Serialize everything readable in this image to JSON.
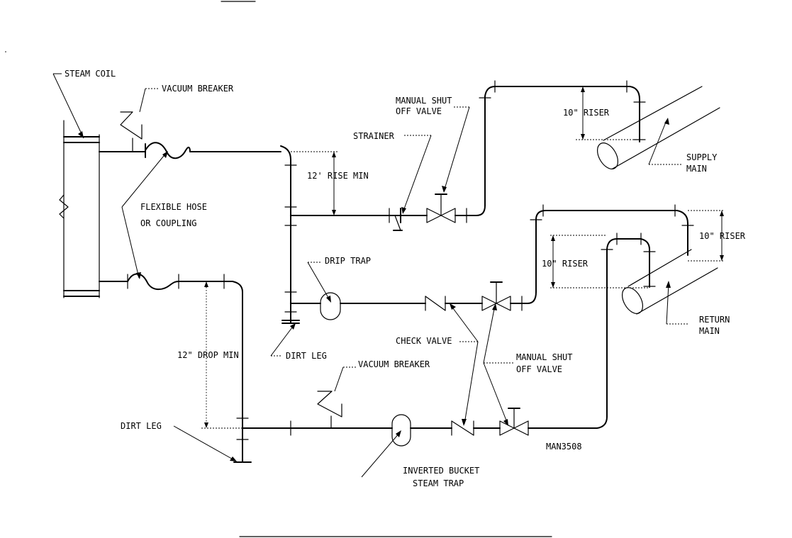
{
  "labels": {
    "steam_coil": "STEAM COIL",
    "vacuum_breaker_top": "VACUUM BREAKER",
    "manual_shut_top_1": "MANUAL SHUT",
    "manual_shut_top_2": "OFF VALVE",
    "strainer": "STRAINER",
    "riser_10_top": "10\" RISER",
    "supply_main_1": "SUPPLY",
    "supply_main_2": "MAIN",
    "rise_min": "12' RISE MIN",
    "flexible_hose_1": "FLEXIBLE HOSE",
    "flexible_hose_2": "OR COUPLING",
    "riser_10_right": "10\" RISER",
    "riser_10_mid": "10\" RISER",
    "drip_trap": "DRIP TRAP",
    "return_main_1": "RETURN",
    "return_main_2": "MAIN",
    "check_valve": "CHECK VALVE",
    "manual_shut_bottom_1": "MANUAL SHUT",
    "manual_shut_bottom_2": "OFF VALVE",
    "drop_min": "12\" DROP MIN",
    "dirt_leg_mid": "DIRT LEG",
    "vacuum_breaker_bottom": "VACUUM BREAKER",
    "dirt_leg_left": "DIRT LEG",
    "drawing_number": "MAN3508",
    "inverted_bucket_1": "INVERTED BUCKET",
    "inverted_bucket_2": "STEAM TRAP"
  }
}
